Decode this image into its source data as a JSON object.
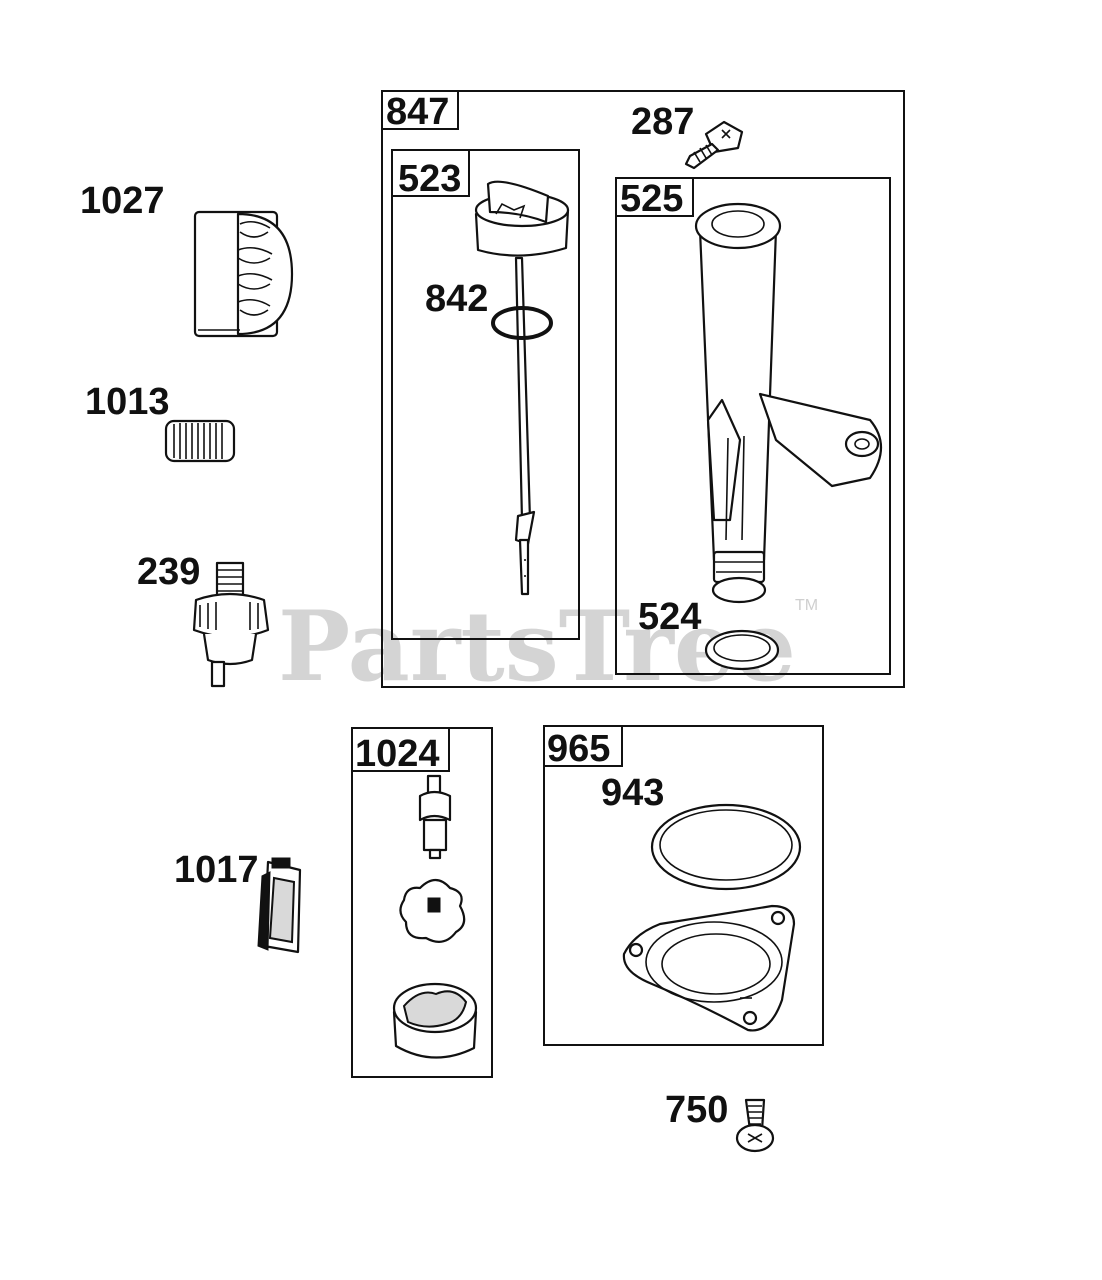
{
  "watermark": {
    "text": "PartsTree",
    "trademark": "TM"
  },
  "labels": {
    "p1027": "1027",
    "p1013": "1013",
    "p239": "239",
    "p1017": "1017",
    "p847": "847",
    "p523": "523",
    "p842": "842",
    "p287": "287",
    "p525": "525",
    "p524": "524",
    "p1024": "1024",
    "p965": "965",
    "p943": "943",
    "p750": "750"
  }
}
